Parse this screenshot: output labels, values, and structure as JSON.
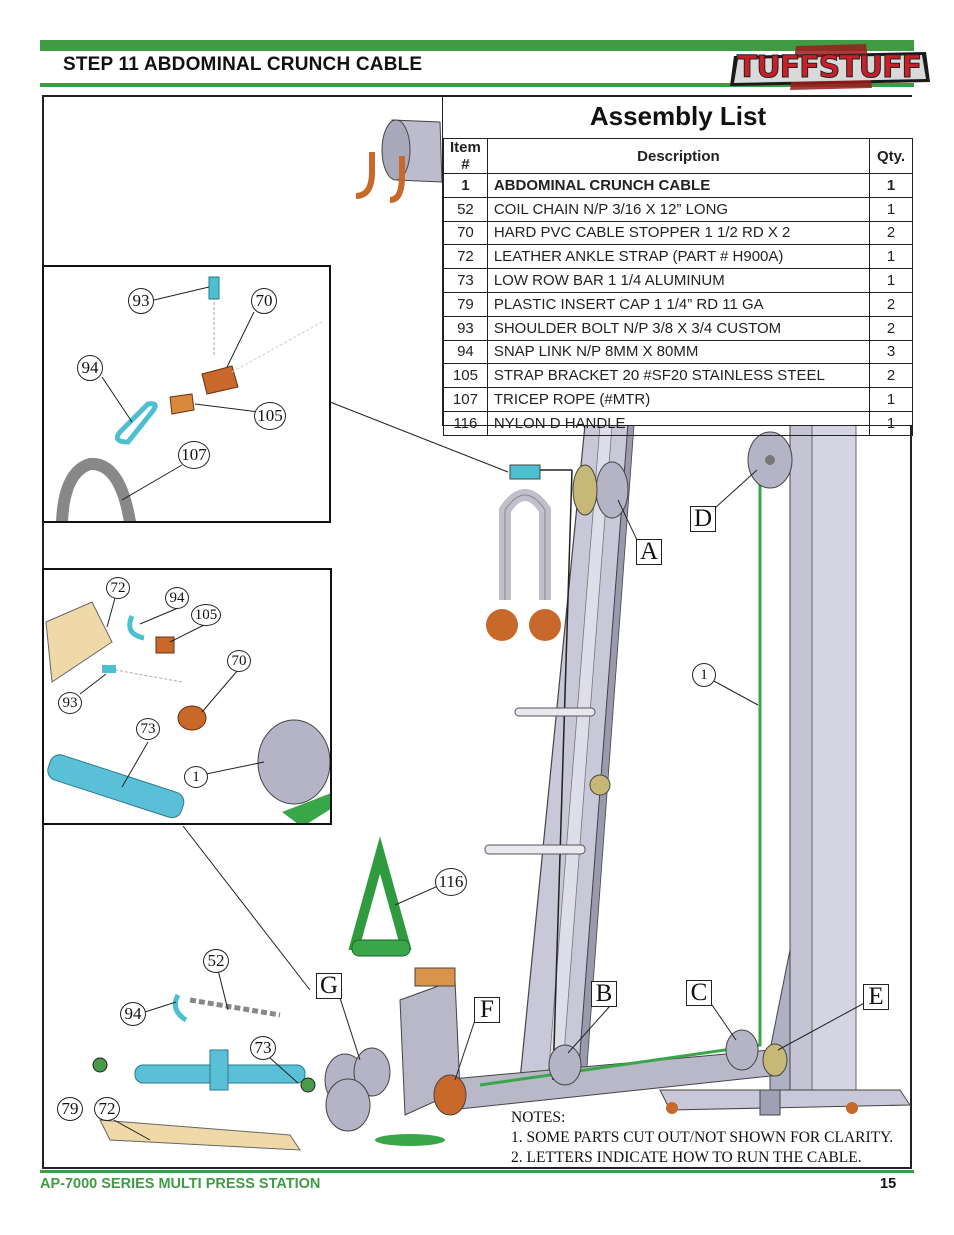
{
  "header": {
    "step_title": "STEP 11 ABDOMINAL CRUNCH CABLE",
    "logo_text": "TUFFSTUFF"
  },
  "assembly_list": {
    "title": "Assembly List",
    "columns": [
      "Item #",
      "Description",
      "Qty."
    ],
    "rows": [
      {
        "item": "1",
        "description": "ABDOMINAL CRUNCH CABLE",
        "qty": "1"
      },
      {
        "item": "52",
        "description": "COIL CHAIN N/P 3/16 X 12” LONG",
        "qty": "1"
      },
      {
        "item": "70",
        "description": "HARD PVC CABLE STOPPER 1 1/2 RD X 2",
        "qty": "2"
      },
      {
        "item": "72",
        "description": "LEATHER ANKLE STRAP (PART # H900A)",
        "qty": "1"
      },
      {
        "item": "73",
        "description": "LOW ROW BAR 1 1/4 ALUMINUM",
        "qty": "1"
      },
      {
        "item": "79",
        "description": "PLASTIC INSERT CAP 1 1/4” RD 11 GA",
        "qty": "2"
      },
      {
        "item": "93",
        "description": "SHOULDER BOLT N/P 3/8 X 3/4 CUSTOM",
        "qty": "2"
      },
      {
        "item": "94",
        "description": "SNAP LINK N/P 8MM X 80MM",
        "qty": "3"
      },
      {
        "item": "105",
        "description": "STRAP BRACKET 20 #SF20 STAINLESS STEEL",
        "qty": "2"
      },
      {
        "item": "107",
        "description": "TRICEP ROPE (#MTR)",
        "qty": "1"
      },
      {
        "item": "116",
        "description": "NYLON D HANDLE",
        "qty": "1"
      }
    ]
  },
  "callouts": {
    "inset1": [
      "93",
      "70",
      "94",
      "105",
      "107"
    ],
    "inset2": [
      "72",
      "94",
      "105",
      "70",
      "93",
      "73",
      "1"
    ],
    "main": [
      "1",
      "116",
      "52",
      "94",
      "73",
      "79",
      "72"
    ]
  },
  "letters": {
    "a": "A",
    "b": "B",
    "c": "C",
    "d": "D",
    "e": "E",
    "f": "F",
    "g": "G"
  },
  "notes": {
    "title": "NOTES:",
    "line1": "1. SOME PARTS CUT OUT/NOT SHOWN FOR CLARITY.",
    "line2": "2. LETTERS INDICATE HOW TO RUN THE CABLE."
  },
  "footer": {
    "product": "AP-7000 SERIES MULTI PRESS STATION",
    "page_number": "15"
  },
  "colors": {
    "brand_green": "#3f9c44",
    "cable_green": "#3aa64a",
    "frame_gray": "#b8b8c8",
    "copper": "#c8682a",
    "teal": "#4cc0d0"
  }
}
